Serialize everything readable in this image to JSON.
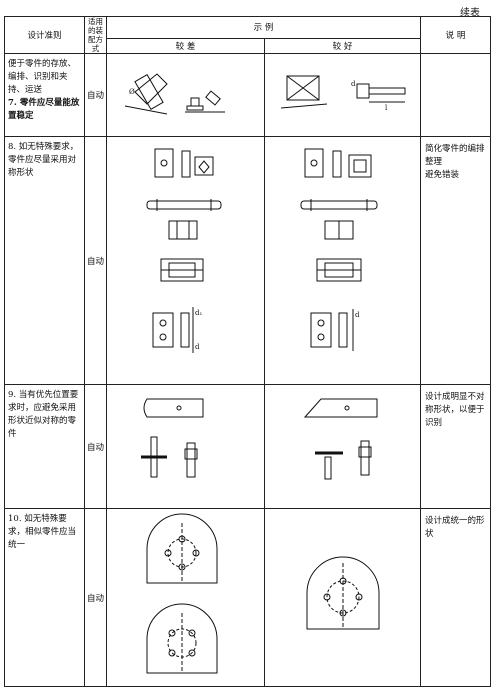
{
  "page": {
    "continued_label": "续表"
  },
  "table": {
    "headers": {
      "criterion": "设计准则",
      "assembly_mode": "适用的装配方式",
      "example": "示   例",
      "poor": "较   差",
      "good": "较   好",
      "note": "说   明"
    },
    "rows": [
      {
        "criterion": "便于零件的存放、编排、识别和夹持、运送",
        "criterion_b": "7. 零件应尽量能放置稳定",
        "mode": "自动",
        "note": "",
        "poor_labels": [
          "Ø"
        ],
        "good_labels": [
          "d",
          "l"
        ]
      },
      {
        "criterion": "8. 如无特殊要求，零件应尽量采用对称形状",
        "mode": "自动",
        "note": "简化零件的编排整理\n避免错装",
        "poor_labels": [
          "d₁",
          "d"
        ],
        "good_labels": [
          "d"
        ]
      },
      {
        "criterion": "9. 当有优先位置要求时，应避免采用形状近似对称的零件",
        "mode": "自动",
        "note": "设计成明显不对称形状，以便于识别"
      },
      {
        "criterion": "10. 如无特殊要求，相似零件应当统一",
        "mode": "自动",
        "note": "设计成统一的形状"
      }
    ]
  }
}
